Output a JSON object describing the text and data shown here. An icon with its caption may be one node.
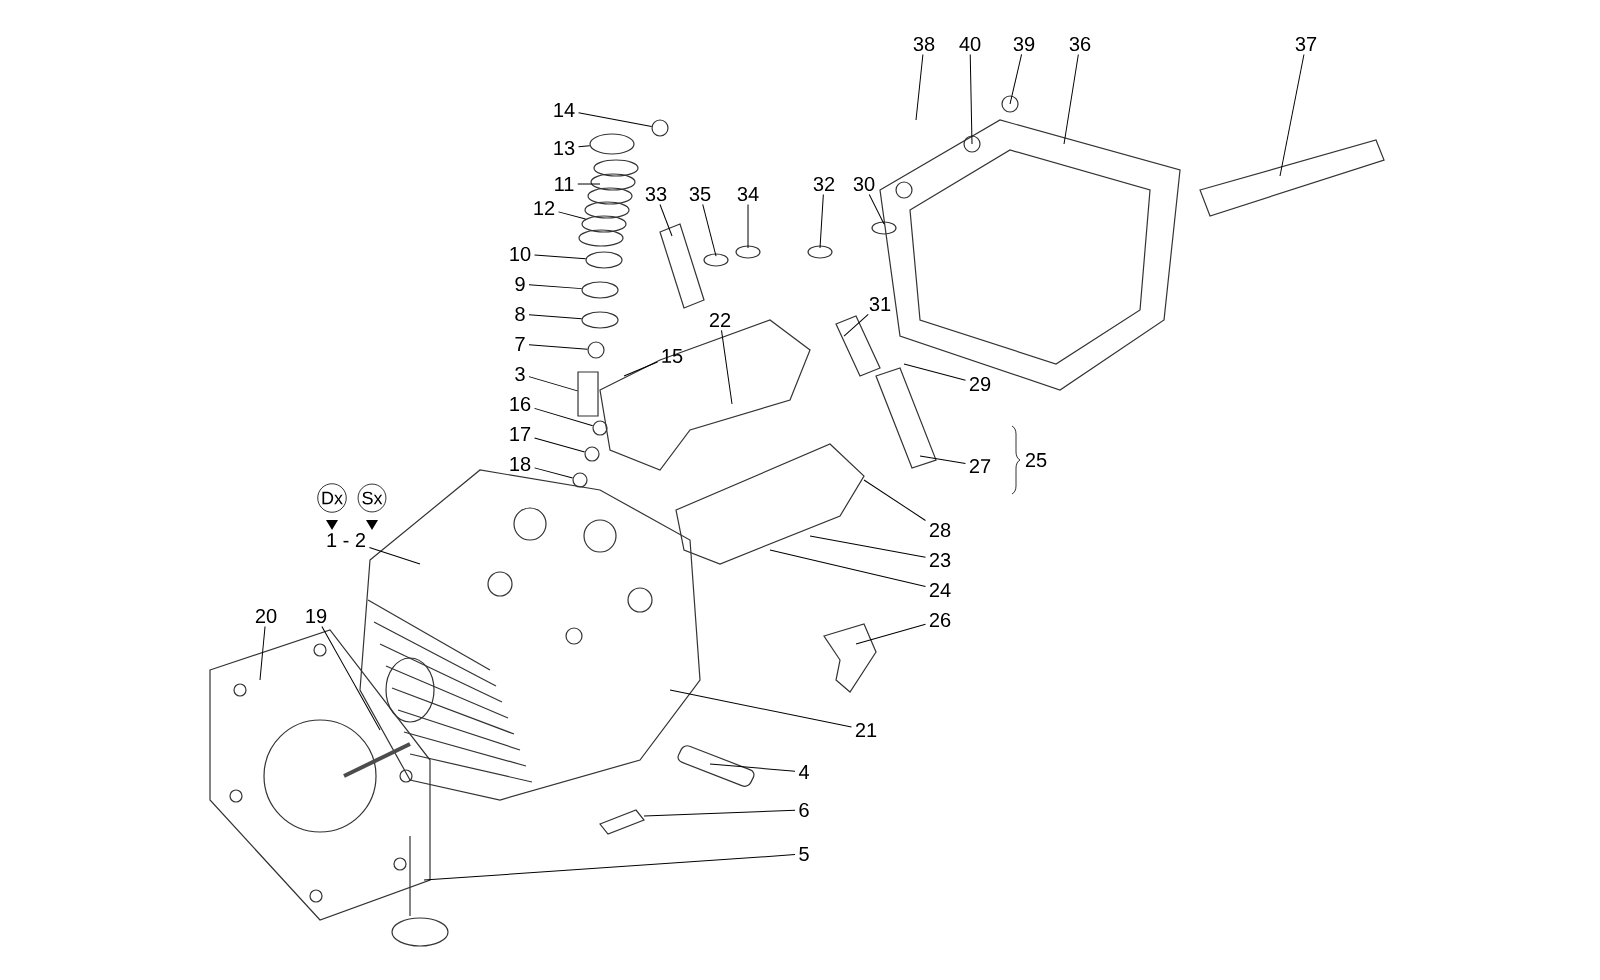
{
  "diagram": {
    "nodes": [
      {
        "text": [
          "14"
        ]
      },
      {
        "text": [
          "38"
        ]
      },
      {
        "text": [
          "40"
        ]
      },
      {
        "text": [
          "39"
        ]
      },
      {
        "text": [
          "36"
        ]
      },
      {
        "text": [
          "37"
        ]
      },
      {
        "text": [
          "13"
        ]
      },
      {
        "text": [
          "11"
        ]
      },
      {
        "text": [
          "12"
        ]
      },
      {
        "text": [
          "32"
        ]
      },
      {
        "text": [
          "30"
        ]
      },
      {
        "text": [
          "33"
        ]
      },
      {
        "text": [
          "35"
        ]
      },
      {
        "text": [
          "34"
        ]
      },
      {
        "text": [
          "10"
        ]
      },
      {
        "text": [
          "9"
        ]
      },
      {
        "text": [
          "31"
        ]
      },
      {
        "text": [
          "8"
        ]
      },
      {
        "text": [
          "22"
        ]
      },
      {
        "text": [
          "7"
        ]
      },
      {
        "text": [
          "15"
        ]
      },
      {
        "text": [
          "3"
        ]
      },
      {
        "text": [
          "29"
        ]
      },
      {
        "text": [
          "16"
        ]
      },
      {
        "text": [
          "17"
        ]
      },
      {
        "text": [
          "27"
        ]
      },
      {
        "text": [
          "18"
        ]
      },
      {
        "text": [
          "1 - 2"
        ]
      },
      {
        "text": [
          "28"
        ]
      },
      {
        "text": [
          "23"
        ]
      },
      {
        "text": [
          "24"
        ]
      },
      {
        "text": [
          "20"
        ]
      },
      {
        "text": [
          "19"
        ]
      },
      {
        "text": [
          "26"
        ]
      },
      {
        "text": [
          "21"
        ]
      },
      {
        "text": [
          "4"
        ]
      },
      {
        "text": [
          "6"
        ]
      },
      {
        "text": [
          "5"
        ]
      },
      {
        "text": [],
        "shape": "ellipse"
      },
      {
        "text": [],
        "shape": "ellipse"
      },
      {
        "text": [],
        "shape": "ellipse"
      },
      {
        "text": [],
        "shape": "circle"
      },
      {
        "text": [],
        "shape": "ellipse"
      },
      {
        "text": [],
        "shape": "ellipse"
      },
      {
        "text": [],
        "shape": "circle"
      },
      {
        "text": [],
        "shape": "box"
      },
      {
        "text": [],
        "shape": "circle"
      },
      {
        "text": [],
        "shape": "circle"
      },
      {
        "text": [],
        "shape": "circle"
      }
    ],
    "edges": [
      {
        "from": 0,
        "to": 41,
        "arrow": "none"
      },
      {
        "from": 1,
        "to": null,
        "arrow": "none"
      },
      {
        "from": 2,
        "to": null,
        "arrow": "none"
      },
      {
        "from": 3,
        "to": null,
        "arrow": "none"
      },
      {
        "from": 4,
        "to": null,
        "arrow": "none"
      },
      {
        "from": 5,
        "to": null,
        "arrow": "none"
      },
      {
        "from": 6,
        "to": 38,
        "arrow": "none"
      },
      {
        "from": 7,
        "to": null,
        "arrow": "none"
      },
      {
        "from": 8,
        "to": 39,
        "arrow": "none"
      },
      {
        "from": 9,
        "to": null,
        "arrow": "none"
      },
      {
        "from": 10,
        "to": null,
        "arrow": "none"
      },
      {
        "from": 11,
        "to": null,
        "arrow": "none"
      },
      {
        "from": 12,
        "to": null,
        "arrow": "none"
      },
      {
        "from": 13,
        "to": null,
        "arrow": "none"
      },
      {
        "from": 14,
        "to": 40,
        "arrow": "none"
      },
      {
        "from": 15,
        "to": 42,
        "arrow": "none"
      },
      {
        "from": 16,
        "to": null,
        "arrow": "none"
      },
      {
        "from": 17,
        "to": 43,
        "arrow": "none"
      },
      {
        "from": 18,
        "to": null,
        "arrow": "none"
      },
      {
        "from": 19,
        "to": 44,
        "arrow": "none"
      },
      {
        "from": 20,
        "to": null,
        "arrow": "none"
      },
      {
        "from": 21,
        "to": 45,
        "arrow": "none"
      },
      {
        "from": 22,
        "to": null,
        "arrow": "none"
      },
      {
        "from": 23,
        "to": 46,
        "arrow": "none"
      },
      {
        "from": 24,
        "to": 47,
        "arrow": "none"
      },
      {
        "from": 25,
        "to": null,
        "arrow": "none"
      },
      {
        "from": 26,
        "to": 48,
        "arrow": "none"
      },
      {
        "from": 27,
        "to": null,
        "arrow": "none"
      },
      {
        "from": 28,
        "to": null,
        "arrow": "none"
      },
      {
        "from": 29,
        "to": null,
        "arrow": "none"
      },
      {
        "from": 30,
        "to": null,
        "arrow": "none"
      },
      {
        "from": 31,
        "to": null,
        "arrow": "none"
      },
      {
        "from": 32,
        "to": null,
        "arrow": "none"
      },
      {
        "from": 33,
        "to": null,
        "arrow": "none"
      },
      {
        "from": 34,
        "to": null,
        "arrow": "none"
      },
      {
        "from": 35,
        "to": null,
        "arrow": "none"
      },
      {
        "from": 36,
        "to": null,
        "arrow": "none"
      },
      {
        "from": 37,
        "to": null,
        "arrow": "none"
      }
    ],
    "labels": [
      "Dx",
      "Sx",
      "25"
    ]
  }
}
